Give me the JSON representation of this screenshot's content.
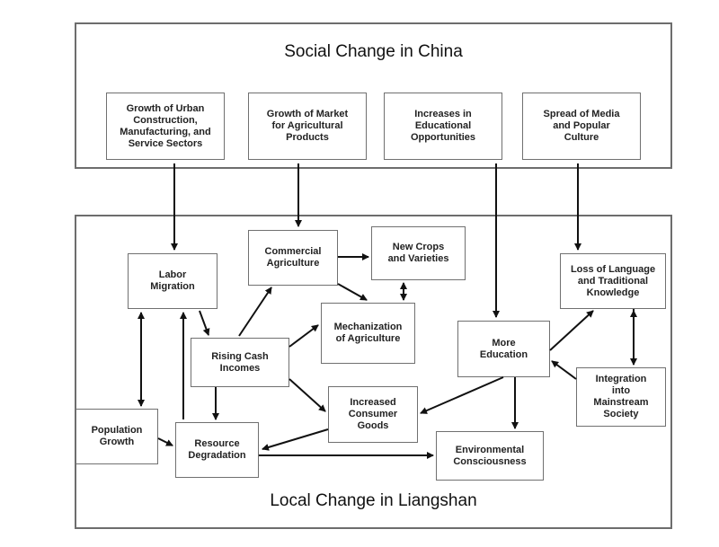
{
  "top_panel": {
    "title": "Social Change in China"
  },
  "bottom_panel": {
    "title": "Local Change in Liangshan"
  },
  "nodes": {
    "urban": "Growth of Urban\nConstruction,\nManufacturing, and\nService Sectors",
    "market": "Growth of Market\nfor Agricultural\nProducts",
    "education_opps": "Increases in\nEducational\nOpportunities",
    "media": "Spread of Media\nand Popular\nCulture",
    "labor": "Labor\nMigration",
    "commercial": "Commercial\nAgriculture",
    "newcrops": "New Crops\nand Varieties",
    "mechanization": "Mechanization\nof Agriculture",
    "rising": "Rising Cash\nIncomes",
    "loss": "Loss of Language\nand Traditional\nKnowledge",
    "more_edu": "More\nEducation",
    "integration": "Integration\ninto\nMainstream\nSociety",
    "population": "Population\nGrowth",
    "consumer": "Increased\nConsumer\nGoods",
    "resource": "Resource\nDegradation",
    "environmental": "Environmental\nConsciousness"
  }
}
